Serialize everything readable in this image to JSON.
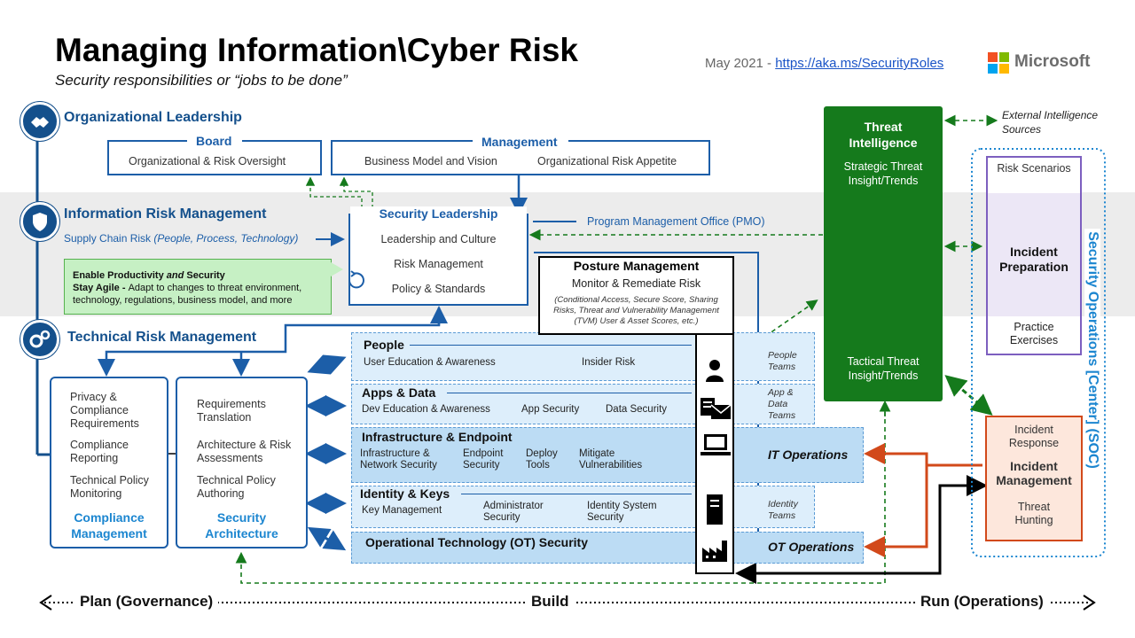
{
  "header": {
    "title": "Managing Information\\Cyber Risk",
    "subtitle": "Security responsibilities or “jobs to be done”",
    "date_prefix": "May 2021 - ",
    "link_text": "https://aka.ms/SecurityRoles",
    "brand": "Microsoft"
  },
  "colors": {
    "navy": "#14508c",
    "blue": "#1c5ea8",
    "green": "#157a1c",
    "purple": "#7d5fbf",
    "orange": "#d2491a",
    "lane_fill": "#ddeefb"
  },
  "sections": {
    "org": "Organizational  Leadership",
    "info": "Information Risk Management",
    "tech": "Technical  Risk Management"
  },
  "board": {
    "title": "Board",
    "item": "Organizational & Risk Oversight"
  },
  "management": {
    "title": "Management",
    "items": [
      "Business Model and Vision",
      "Organizational Risk Appetite"
    ]
  },
  "supply_chain": {
    "label": "Supply Chain Risk ",
    "detail": "(People,  Process,  Technology)"
  },
  "callout": {
    "line1_a": "Enable Productivity ",
    "line1_b": "and",
    "line1_c": " Security",
    "line2_a": "Stay Agile - ",
    "line2_b": "Adapt to changes to threat environment,",
    "line3": "technology, regulations, business model, and more"
  },
  "security_leadership": {
    "title": "Security Leadership",
    "items": [
      "Leadership and Culture",
      "Risk Management",
      "Policy  &  Standards"
    ]
  },
  "pmo": "Program Management Office  (PMO)",
  "posture": {
    "title": "Posture Management",
    "subtitle": "Monitor & Remediate Risk",
    "detail": [
      "(Conditional Access, Secure Score, Sharing",
      "Risks,  Threat and Vulnerability Management",
      "(TVM) User & Asset Scores, etc.)"
    ]
  },
  "threat_intel": {
    "title": "Threat Intelligence",
    "strategic": "Strategic Threat Insight/Trends",
    "tactical": "Tactical Threat Insight/Trends",
    "external": "External Intelligence Sources"
  },
  "soc": {
    "label": "Security Operations [Center] (SOC)",
    "risk_scenarios": "Risk Scenarios",
    "incident_prep": "Incident Preparation",
    "practice": "Practice Exercises",
    "incident_response": "Incident Response",
    "incident_mgmt": "Incident Management",
    "threat_hunting": "Threat Hunting"
  },
  "compliance": {
    "items": [
      "Privacy & Compliance Requirements",
      "Compliance Reporting",
      "Technical Policy Monitoring"
    ],
    "title": "Compliance Management"
  },
  "architecture": {
    "items": [
      "Requirements Translation",
      "Architecture & Risk Assessments",
      "Technical Policy Authoring"
    ],
    "title": "Security Architecture"
  },
  "lanes": {
    "people": {
      "title": "People",
      "items": [
        "User Education & Awareness",
        "Insider Risk"
      ],
      "team": "People Teams"
    },
    "apps": {
      "title": "Apps & Data",
      "items": [
        "Dev Education  & Awareness",
        "App Security",
        "Data Security"
      ],
      "team": "App & Data Teams"
    },
    "infra": {
      "title": "Infrastructure & Endpoint",
      "items": [
        "Infrastructure & Network Security",
        "Endpoint Security",
        "Deploy Tools",
        "Mitigate Vulnerabilities"
      ],
      "team": "IT Operations"
    },
    "identity": {
      "title": "Identity & Keys",
      "items": [
        "Key Management",
        "Administrator Security",
        "Identity System Security"
      ],
      "team": "Identity Teams"
    },
    "ot": {
      "title": "Operational Technology (OT) Security",
      "team": "OT Operations"
    }
  },
  "bottom": {
    "plan": "Plan (Governance)",
    "build": "Build",
    "run": "Run (Operations)"
  }
}
